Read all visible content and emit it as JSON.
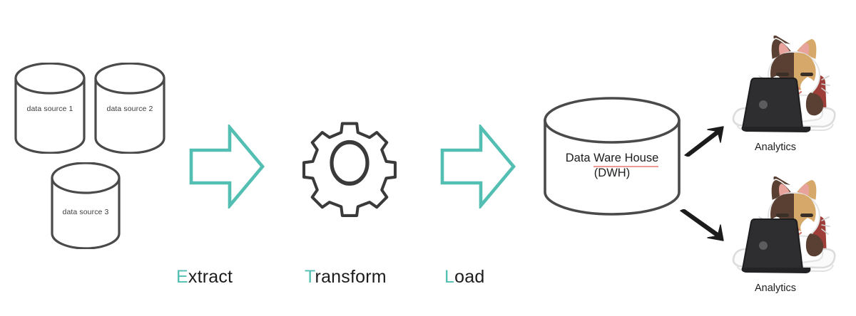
{
  "diagram": {
    "title": "ETL pipeline diagram",
    "background_color": "#ffffff",
    "accent_color": "#52bfb2",
    "outline_color": "#4a4a4a",
    "arrow_color": "#1c1c1c",
    "spellcheck_underline_color": "#e8736a"
  },
  "sources": {
    "items": [
      {
        "id": "data-source-1",
        "label": "data source 1",
        "shape": "cylinder"
      },
      {
        "id": "data-source-2",
        "label": "data source 2",
        "shape": "cylinder"
      },
      {
        "id": "data-source-3",
        "label": "data source 3",
        "shape": "cylinder"
      }
    ]
  },
  "stages": {
    "extract": {
      "initial": "E",
      "rest": "xtract",
      "icon": "block-arrow-right-icon"
    },
    "transform": {
      "initial": "T",
      "rest": "ransform",
      "icon": "gear-icon"
    },
    "load": {
      "initial": "L",
      "rest": "oad",
      "icon": "block-arrow-right-icon"
    }
  },
  "warehouse": {
    "line1": "Data ",
    "line1_misspelled": "Ware House",
    "line2": "(DWH)",
    "shape": "cylinder"
  },
  "consumers": {
    "items": [
      {
        "id": "analytics-top",
        "label": "Analytics",
        "icon": "cat-at-laptop-illustration"
      },
      {
        "id": "analytics-bottom",
        "label": "Analytics",
        "icon": "cat-at-laptop-illustration"
      }
    ],
    "arrows": [
      {
        "id": "arrow-to-analytics-top",
        "direction": "up-right"
      },
      {
        "id": "arrow-to-analytics-bottom",
        "direction": "down-right"
      }
    ]
  }
}
